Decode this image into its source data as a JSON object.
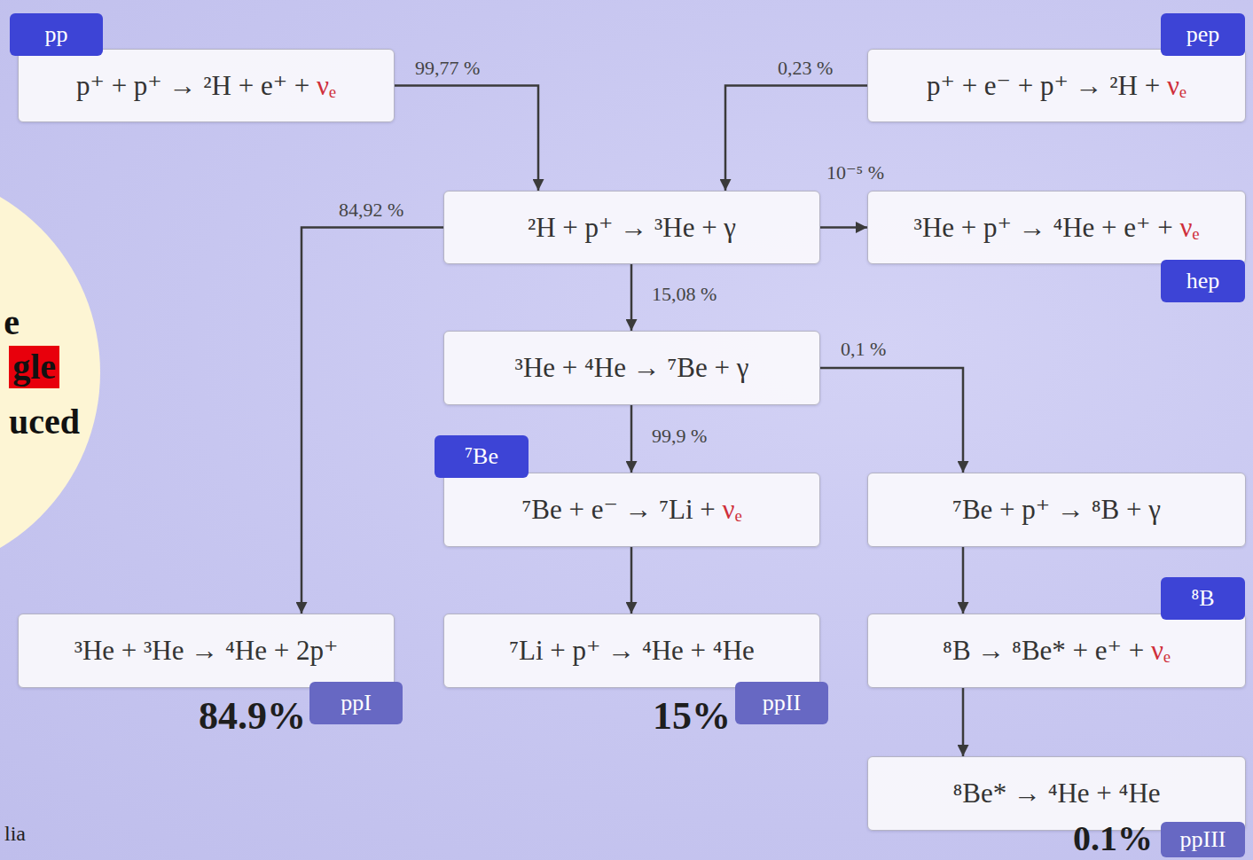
{
  "diagram": {
    "nodes": [
      {
        "text": [
          "pp",
          "p⁺ + p⁺ → ²H + e⁺ + νₑ"
        ]
      },
      {
        "text": [
          "pep",
          "p⁺ + e⁻ + p⁺ → ²H + νₑ"
        ]
      },
      {
        "text": [
          "²H + p⁺ → ³He + γ"
        ]
      },
      {
        "text": [
          "³He + p⁺ → ⁴He + e⁺ + νₑ",
          "hep"
        ]
      },
      {
        "text": [
          "³He + ⁴He → ⁷Be + γ"
        ]
      },
      {
        "text": [
          "⁷Be",
          "⁷Be + e⁻ → ⁷Li + νₑ"
        ]
      },
      {
        "text": [
          "⁷Be + p⁺ → ⁸B + γ"
        ]
      },
      {
        "text": [
          "³He + ³He → ⁴He + 2p⁺",
          "ppI"
        ]
      },
      {
        "text": [
          "⁷Li + p⁺ → ⁴He + ⁴He",
          "ppII"
        ]
      },
      {
        "text": [
          "⁸B",
          "⁸B → ⁸Be* + e⁺ + νₑ"
        ]
      },
      {
        "text": [
          "⁸Be* → ⁴He + ⁴He",
          "ppIII"
        ]
      },
      {
        "text": [
          "e",
          "gle",
          "uced"
        ]
      }
    ],
    "edges": [
      {
        "from": 0,
        "to": 2,
        "arrow": "to",
        "label": "99,77 %"
      },
      {
        "from": 1,
        "to": 2,
        "arrow": "to",
        "label": "0,23 %"
      },
      {
        "from": 2,
        "to": 7,
        "arrow": "to",
        "label": "84,92 %"
      },
      {
        "from": 2,
        "to": 3,
        "arrow": "to",
        "label": "10⁻⁵ %"
      },
      {
        "from": 2,
        "to": 4,
        "arrow": "to",
        "label": "15,08 %"
      },
      {
        "from": 4,
        "to": 6,
        "arrow": "to",
        "label": "0,1 %"
      },
      {
        "from": 4,
        "to": 5,
        "arrow": "to",
        "label": "99,9 %"
      },
      {
        "from": 5,
        "to": 8,
        "arrow": "to"
      },
      {
        "from": 6,
        "to": 9,
        "arrow": "to"
      },
      {
        "from": 9,
        "to": 10,
        "arrow": "to"
      }
    ],
    "labels": [
      "84.9%",
      "15%",
      "0.1%",
      "lia"
    ]
  }
}
